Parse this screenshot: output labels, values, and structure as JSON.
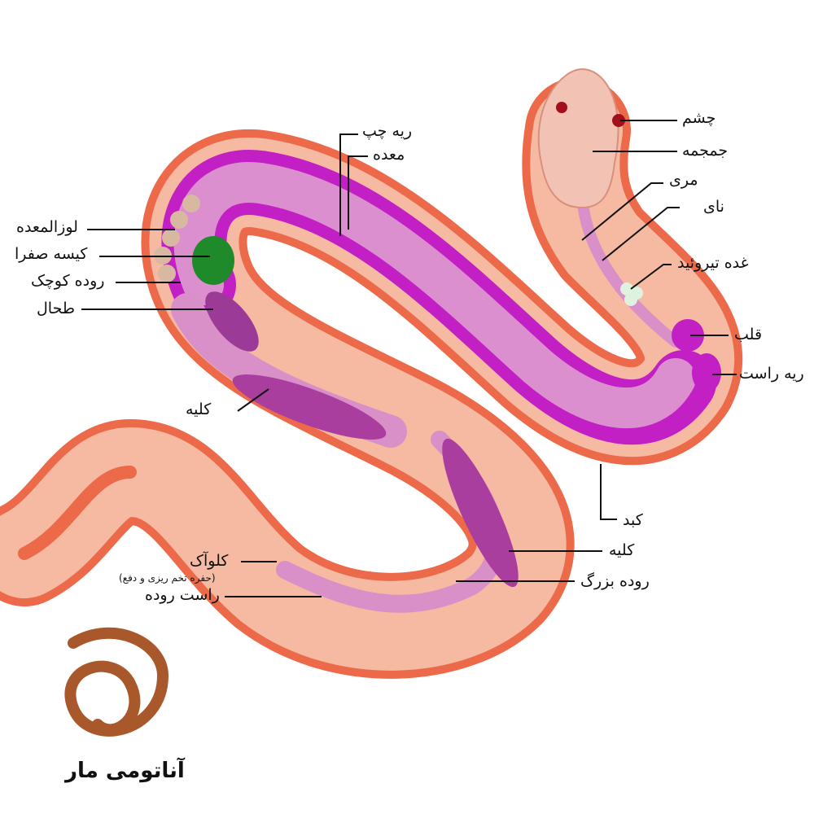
{
  "title": "آناتومی مار",
  "labels": {
    "eye": "چشم",
    "skull": "جمجمه",
    "esophagus": "مری",
    "trachea": "نای",
    "thyroid": "غده تیروئید",
    "heart": "قلب",
    "right_lung": "ریه راست",
    "left_lung": "ریه چپ",
    "stomach": "معده",
    "pancreas": "لوزالمعده",
    "gallbladder": "کیسه صفرا",
    "small_intestine": "روده کوچک",
    "spleen": "طحال",
    "kidney_left": "کلیه",
    "liver": "کبد",
    "kidney_right": "کلیه",
    "large_intestine": "روده بزرگ",
    "cloaca": "کلوآک",
    "cloaca_note": "(حفره تخم ریزی و دفع)",
    "rectum": "راست روده"
  },
  "colors": {
    "skin": "#ef6f4f",
    "body": "#f7bca5",
    "organ_magenta": "#c21fc4",
    "organ_pink": "#d98fc8",
    "gallbladder": "#1f8a2a",
    "eye": "#a3101b"
  }
}
